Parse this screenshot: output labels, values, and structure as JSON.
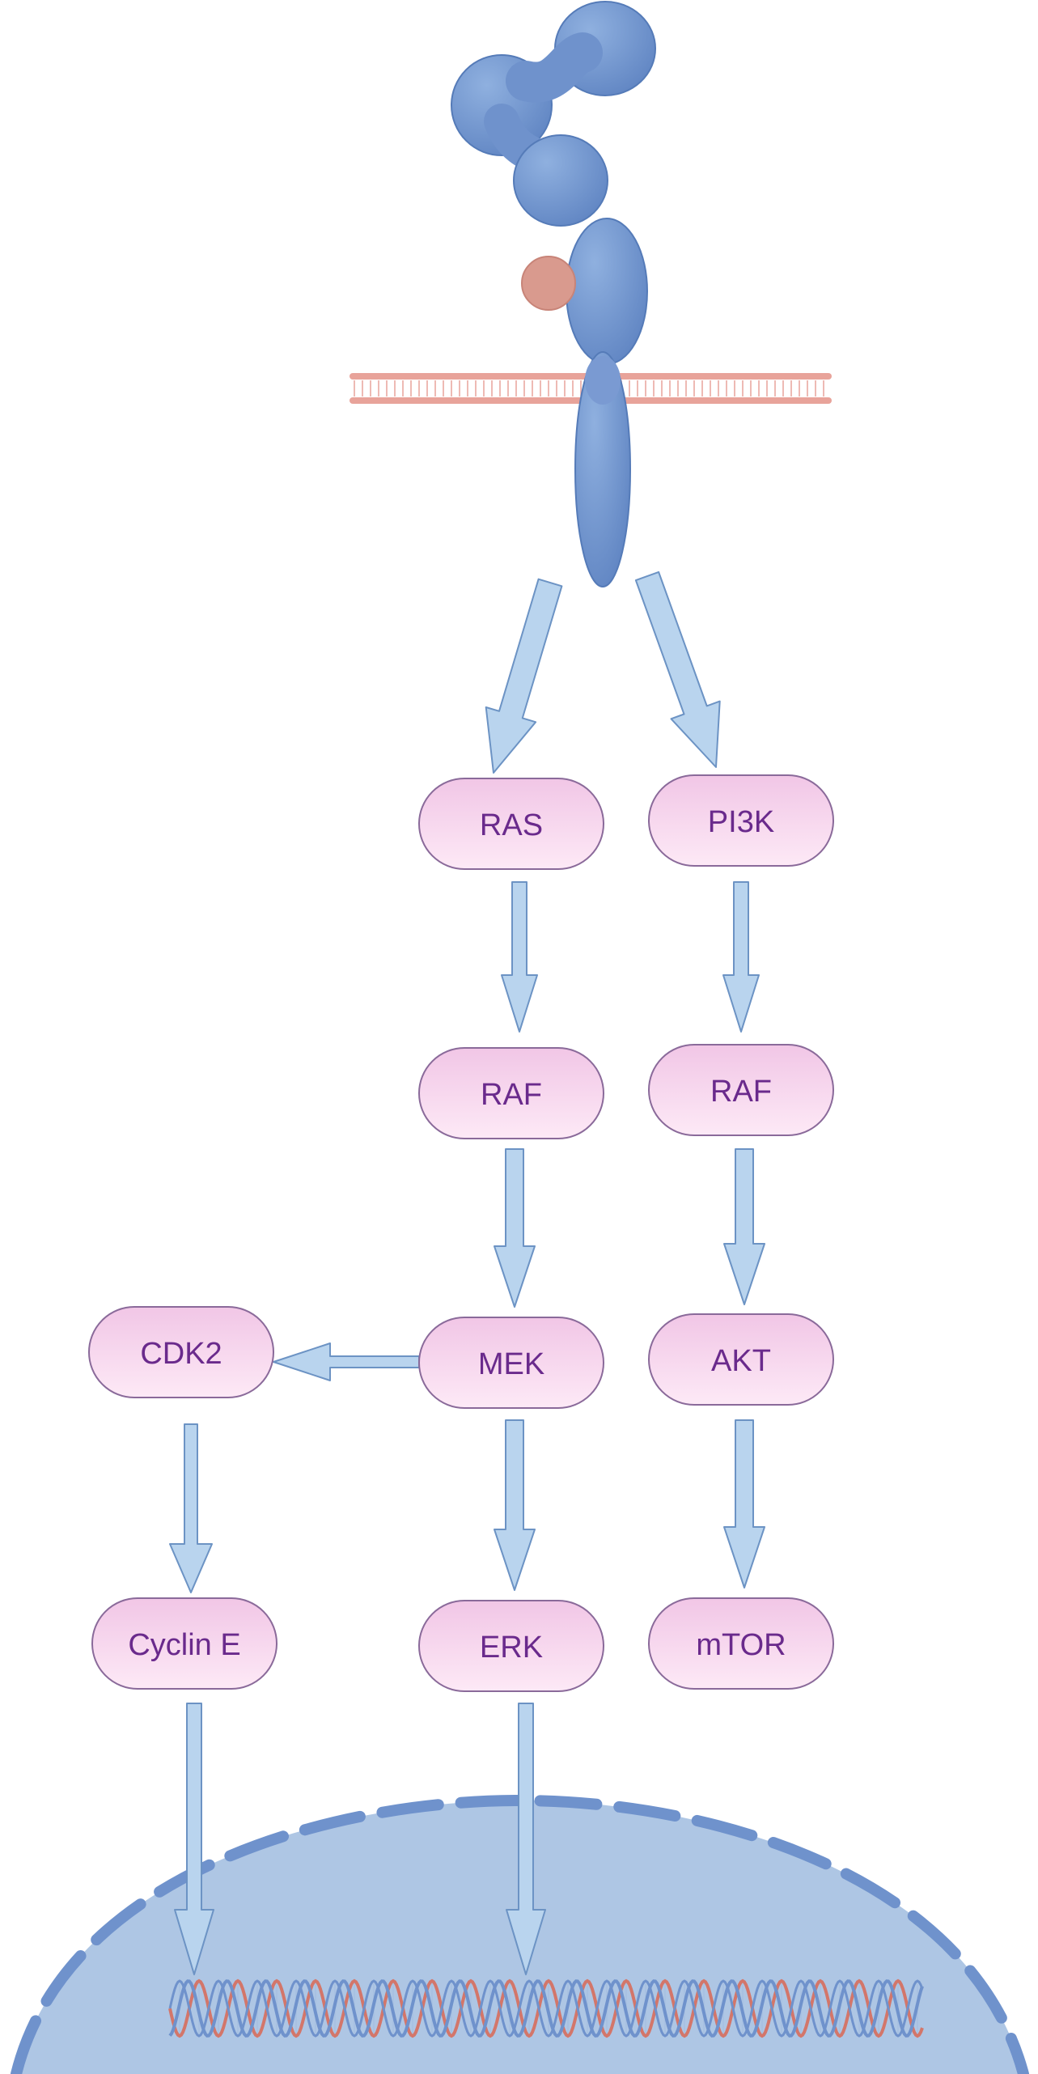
{
  "colors": {
    "receptor": "#6f92cc",
    "receptor_stroke": "#557bb8",
    "ligand": "#d99a8e",
    "membrane": "#e8a39a",
    "arrow_fill": "#b9d4ee",
    "arrow_stroke": "#6c93c4",
    "node_fill_top": "#f1c6e6",
    "node_fill_bottom": "#fde9f6",
    "node_stroke": "#8a6a9a",
    "node_text": "#6a2a8c",
    "nucleus": "#aec6e4",
    "nucleus_border": "#6f92cc",
    "dna_blue": "#6f92cc",
    "dna_red": "#d3766a"
  },
  "nodes": {
    "ras": {
      "label": "RAS"
    },
    "pi3k": {
      "label": "PI3K"
    },
    "raf_left": {
      "label": "RAF"
    },
    "raf_right": {
      "label": "RAF"
    },
    "mek": {
      "label": "MEK"
    },
    "akt": {
      "label": "AKT"
    },
    "cdk2": {
      "label": "CDK2"
    },
    "cyclin_e": {
      "label": "Cyclin E"
    },
    "erk": {
      "label": "ERK"
    },
    "mtor": {
      "label": "mTOR"
    }
  },
  "icons": [
    "receptor-icon",
    "ligand-icon",
    "cell-membrane-icon",
    "nucleus-icon",
    "dna-helix-icon"
  ]
}
